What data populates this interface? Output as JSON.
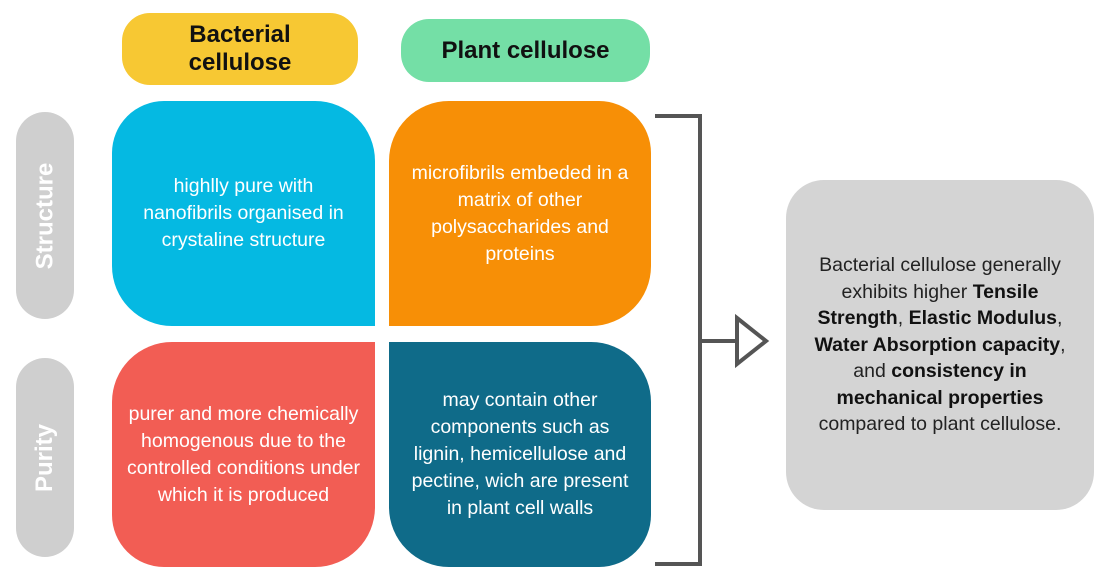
{
  "columns": {
    "bacterial": "Bacterial cellulose",
    "plant": "Plant cellulose"
  },
  "rows": {
    "structure": "Structure",
    "purity": "Purity"
  },
  "cells": {
    "bacterial_structure": "highlly pure with nanofibrils organised in crystaline structure",
    "plant_structure": "microfibrils embeded in a matrix of other polysaccharides and proteins",
    "bacterial_purity": "purer and more chemically homogenous due to the controlled conditions under which it is produced",
    "plant_purity": "may contain other components such as lignin, hemicellulose and pectine, wich are present in plant cell walls"
  },
  "conclusion": {
    "text_1": "Bacterial cellulose generally exhibits higher ",
    "bold_1": "Tensile Strength",
    "text_2": ", ",
    "bold_2": "Elastic Modulus",
    "text_3": ", ",
    "bold_3": "Water Absorption capacity",
    "text_4": ", and ",
    "bold_4": "consistency in mechanical properties",
    "text_5": " compared to plant cellulose."
  },
  "colors": {
    "bacterial_header": "#f7c833",
    "plant_header": "#74dfa6",
    "bacterial_structure": "#05b9e2",
    "plant_structure": "#f78f06",
    "bacterial_purity": "#f25d54",
    "plant_purity": "#0f6b89",
    "row_label": "#cfcfcf",
    "conclusion_box": "#d4d4d4",
    "bracket": "#555555"
  },
  "icons": {
    "bracket": "right-bracket",
    "arrow": "arrow-right-icon"
  }
}
